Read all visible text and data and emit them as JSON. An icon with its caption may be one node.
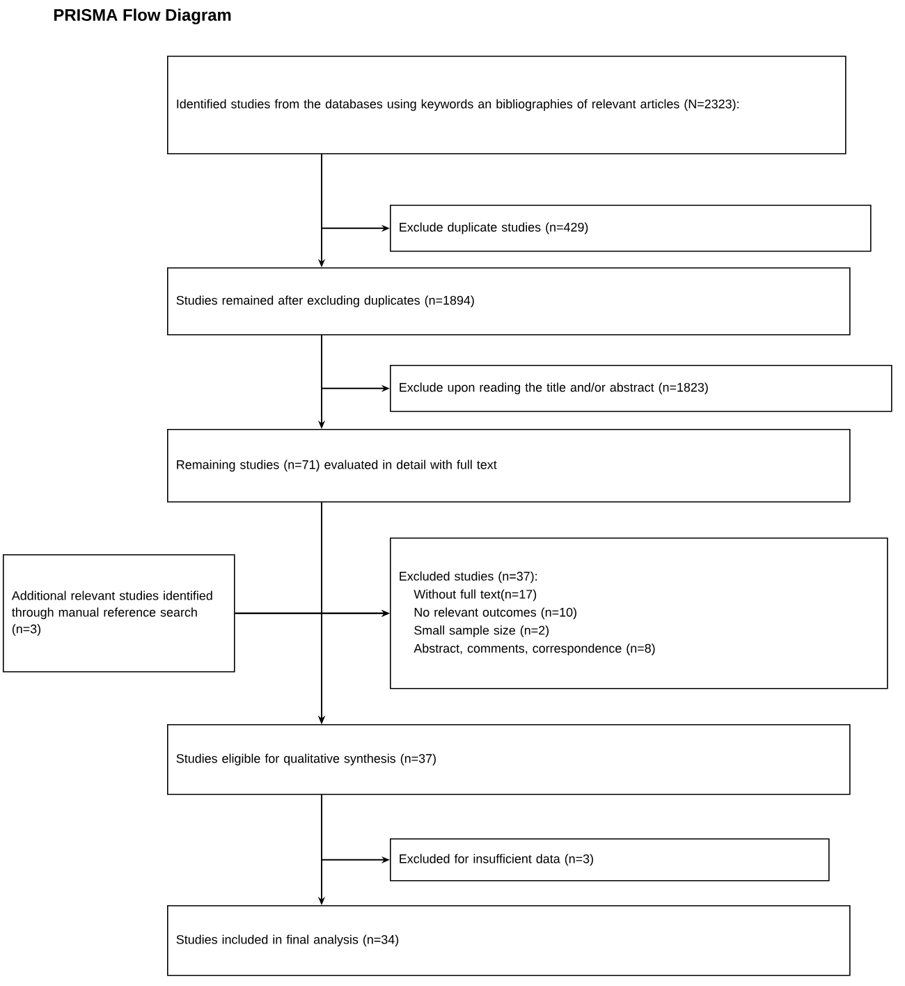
{
  "diagram": {
    "title": "PRISMA Flow Diagram",
    "nodes": [
      {
        "text": [
          "Identified studies from the databases using keywords an bibliographies of relevant articles (N=2323):"
        ]
      },
      {
        "text": [
          "Exclude duplicate studies (n=429)"
        ]
      },
      {
        "text": [
          "Studies remained after excluding duplicates (n=1894)"
        ]
      },
      {
        "text": [
          "Exclude upon reading the title and/or abstract (n=1823)"
        ]
      },
      {
        "text": [
          "Remaining studies (n=71) evaluated in detail with full text"
        ]
      },
      {
        "text": [
          "Additional relevant studies identified through manual reference search (n=3)"
        ]
      },
      {
        "text": [
          "Excluded studies (n=37):",
          "Without full text(n=17)",
          "No relevant outcomes (n=10)",
          "Small sample size (n=2)",
          "Abstract, comments, correspondence (n=8)"
        ]
      },
      {
        "text": [
          "Studies eligible for qualitative synthesis (n=37)"
        ]
      },
      {
        "text": [
          "Excluded for insufficient data (n=3)"
        ]
      },
      {
        "text": [
          "Studies included in final analysis (n=34)"
        ]
      }
    ],
    "edges": [
      {
        "from": 0,
        "to": 2,
        "arrow": "to"
      },
      {
        "from": 0,
        "to": 1,
        "arrow": "to"
      },
      {
        "from": 2,
        "to": 4,
        "arrow": "to"
      },
      {
        "from": 2,
        "to": 3,
        "arrow": "to"
      },
      {
        "from": 4,
        "to": 7,
        "arrow": "to"
      },
      {
        "from": 4,
        "to": 6,
        "arrow": "to"
      },
      {
        "from": 5,
        "to": 6,
        "arrow": "to"
      },
      {
        "from": 5,
        "to": 7,
        "arrow": "to"
      },
      {
        "from": 7,
        "to": 9,
        "arrow": "to"
      },
      {
        "from": 7,
        "to": 8,
        "arrow": "to"
      }
    ]
  }
}
